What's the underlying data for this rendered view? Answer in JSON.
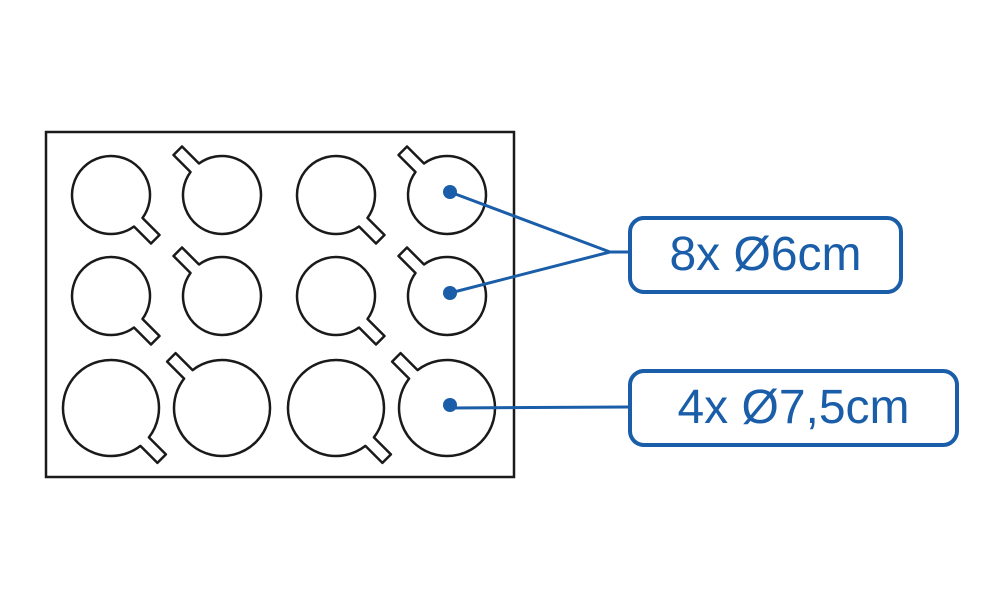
{
  "diagram": {
    "labels": {
      "small_cavities": "8x Ø6cm",
      "large_cavities": "4x Ø7,5cm"
    },
    "counts": {
      "small": 8,
      "large": 4
    },
    "diameters_cm": {
      "small": 6,
      "large": 7.5
    },
    "colors": {
      "outline": "#1a1a1a",
      "accent": "#1a5da8",
      "background": "#ffffff"
    }
  }
}
